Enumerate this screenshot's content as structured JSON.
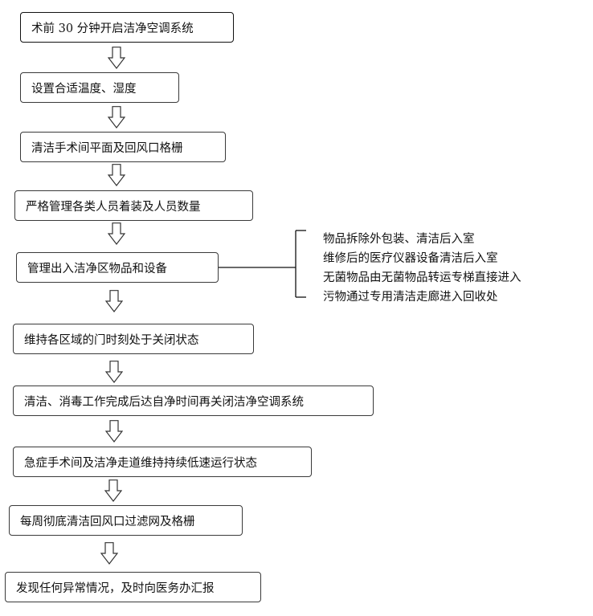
{
  "flow": {
    "steps": [
      "术前 30 分钟开启洁净空调系统",
      "设置合适温度、湿度",
      "清洁手术间平面及回风口格栅",
      "严格管理各类人员着装及人员数量",
      "管理出入洁净区物品和设备",
      "维持各区域的门时刻处于关闭状态",
      "清洁、消毒工作完成后达自净时间再关闭洁净空调系统",
      "急症手术间及洁净走道维持持续低速运行状态",
      "每周彻底清洁回风口过滤网及格栅",
      "发现任何异常情况，及时向医务办汇报"
    ],
    "branch": {
      "items": [
        "物品拆除外包装、清洁后入室",
        "维修后的医疗仪器设备清洁后入室",
        "无菌物品由无菌物品转运专梯直接进入",
        "污物通过专用清洁走廊进入回收处"
      ]
    }
  }
}
